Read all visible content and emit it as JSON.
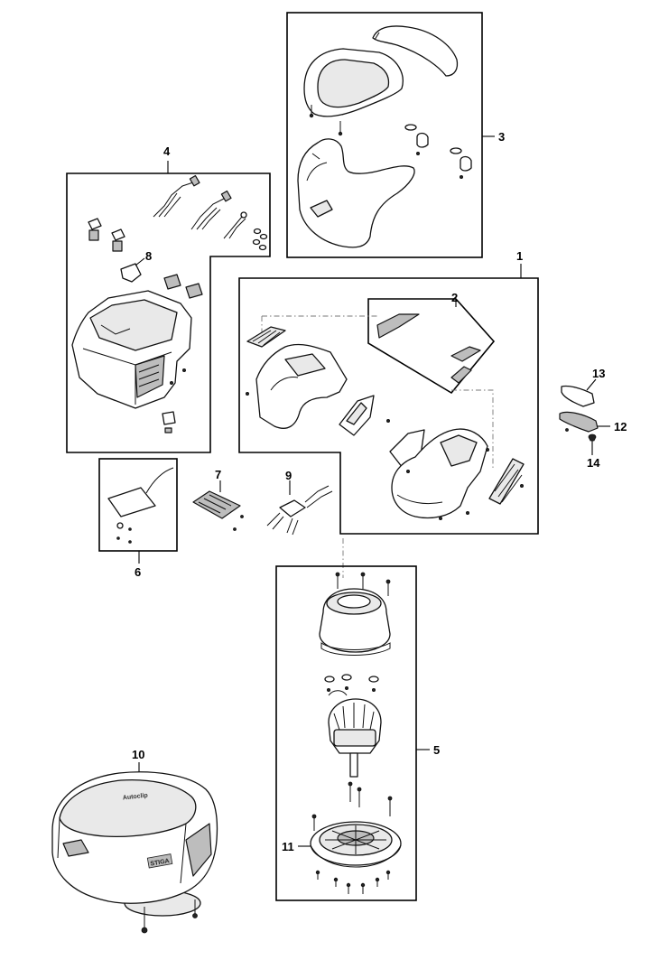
{
  "diagram": {
    "callouts": [
      "1",
      "2",
      "3",
      "4",
      "5",
      "6",
      "7",
      "8",
      "9",
      "10",
      "11",
      "12",
      "13",
      "14"
    ]
  },
  "parts": {
    "mower_brand_text": "STIGA",
    "mower_model_text": "Autoclip"
  },
  "colors": {
    "line": "#111111",
    "fill_light": "#e9e9e9",
    "fill_dark": "#bdbdbd",
    "background": "#ffffff"
  }
}
